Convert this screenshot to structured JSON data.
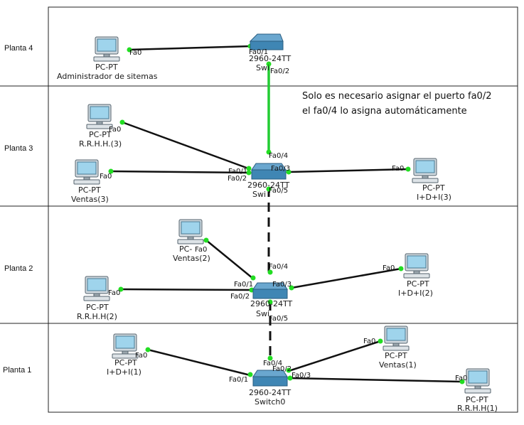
{
  "floors": [
    {
      "id": "f4",
      "label": "Planta 4"
    },
    {
      "id": "f3",
      "label": "Planta 3"
    },
    {
      "id": "f2",
      "label": "Planta 2"
    },
    {
      "id": "f1",
      "label": "Planta 1"
    }
  ],
  "note": {
    "line1": "Solo es necesario asignar el puerto fa0/2",
    "line2": "el fa0/4 lo asigna automáticamente"
  },
  "colors": {
    "link": "#111111",
    "trunk_active": "#22cc33",
    "port_dot": "#22dd22",
    "switch_body": "#3f86b4",
    "pc_screen": "#9fd4ec"
  },
  "switches": [
    {
      "id": "sw-f4",
      "model": "2960-24TT",
      "name": "Swi"
    },
    {
      "id": "sw-f3",
      "model": "2960-24TT",
      "name": "Swi"
    },
    {
      "id": "sw-f2",
      "model": "2960-24TT",
      "name": "Swi"
    },
    {
      "id": "sw-f1",
      "model": "2960-24TT",
      "name": "Switch0"
    }
  ],
  "pcs": [
    {
      "id": "pc-admin",
      "type": "PC-PT",
      "name": "Administrador de sitemas",
      "port": "Fa0"
    },
    {
      "id": "pc-rrhh3",
      "type": "PC-PT",
      "name": "R.R.H.H.(3)",
      "port": "Fa0"
    },
    {
      "id": "pc-ventas3",
      "type": "PC-PT",
      "name": "Ventas(3)",
      "port": "Fa0"
    },
    {
      "id": "pc-idi3",
      "type": "PC-PT",
      "name": "I+D+I(3)",
      "port": "Fa0"
    },
    {
      "id": "pc-ventas2",
      "type": "PC-",
      "name": "Ventas(2)",
      "port": "Fa0"
    },
    {
      "id": "pc-rrhh2",
      "type": "PC-PT",
      "name": "R.R.H.H(2)",
      "port": "Fa0"
    },
    {
      "id": "pc-idi2",
      "type": "PC-PT",
      "name": "I+D+I(2)",
      "port": "Fa0"
    },
    {
      "id": "pc-idi1",
      "type": "PC-PT",
      "name": "I+D+I(1)",
      "port": "Fa0"
    },
    {
      "id": "pc-ventas1",
      "type": "PC-PT",
      "name": "Ventas(1)",
      "port": "Fa0"
    },
    {
      "id": "pc-rrhh1",
      "type": "PC-PT",
      "name": "R.R.H.H(1)",
      "port": "Fa0"
    }
  ],
  "port_labels": {
    "sw4_fa01": "Fa0/1",
    "sw4_fa02": "Fa0/2",
    "sw3_fa04": "Fa0/4",
    "sw3_fa01": "Fa0/1",
    "sw3_fa02": "Fa0/2",
    "sw3_fa03": "Fa0/3",
    "sw3_fa05": "Fa0/5",
    "sw2_fa04": "Fa0/4",
    "sw2_fa01": "Fa0/1",
    "sw2_fa02": "Fa0/2",
    "sw2_fa03": "Fa0/3",
    "sw2_fa05": "Fa0/5",
    "sw1_fa04": "Fa0/4",
    "sw1_fa02": "Fa0/2",
    "sw1_fa03": "Fa0/3",
    "sw1_fa01": "Fa0/1"
  }
}
